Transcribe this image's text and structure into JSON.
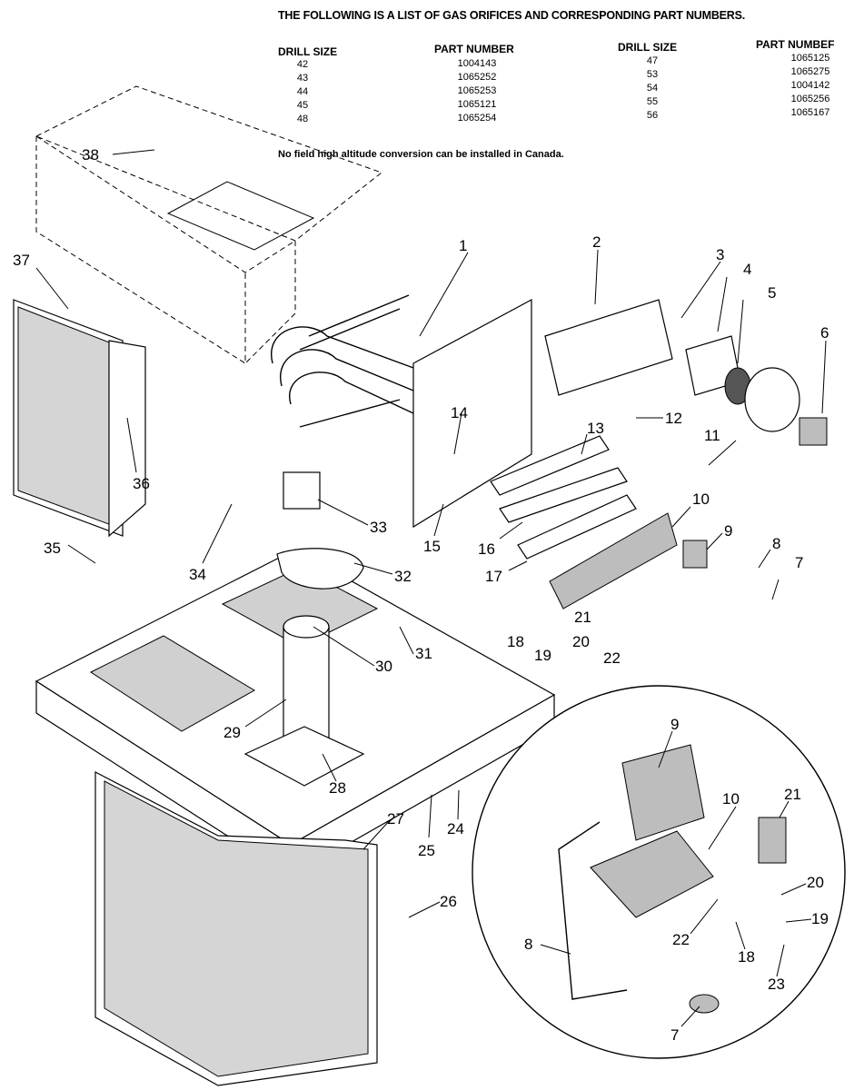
{
  "header": {
    "title": "THE FOLLOWING IS A LIST OF GAS ORIFICES AND CORRESPONDING PART NUMBERS.",
    "col_drill_1": "DRILL SIZE",
    "col_part_1": "PART NUMBER",
    "col_drill_2": "DRILL SIZE",
    "col_part_2": "PART NUMBEF"
  },
  "orifice_table": {
    "left": [
      {
        "drill": "42",
        "part": "1004143"
      },
      {
        "drill": "43",
        "part": "1065252"
      },
      {
        "drill": "44",
        "part": "1065253"
      },
      {
        "drill": "45",
        "part": "1065121"
      },
      {
        "drill": "48",
        "part": "1065254"
      }
    ],
    "right": [
      {
        "drill": "47",
        "part": "1065125"
      },
      {
        "drill": "53",
        "part": "1065275"
      },
      {
        "drill": "54",
        "part": "1004142"
      },
      {
        "drill": "55",
        "part": "1065256"
      },
      {
        "drill": "56",
        "part": "1065167"
      }
    ]
  },
  "note": "No field high altitude conversion can be installed in Canada.",
  "callouts": {
    "c1": "1",
    "c2": "2",
    "c3": "3",
    "c4": "4",
    "c5": "5",
    "c6": "6",
    "c7": "7",
    "c8": "8",
    "c9": "9",
    "c10": "10",
    "c11": "11",
    "c12": "12",
    "c13": "13",
    "c14": "14",
    "c15": "15",
    "c16": "16",
    "c17": "17",
    "c18": "18",
    "c19": "19",
    "c20": "20",
    "c21": "21",
    "c22": "22",
    "c24": "24",
    "c25": "25",
    "c26": "26",
    "c27": "27",
    "c28": "28",
    "c29": "29",
    "c30": "30",
    "c31": "31",
    "c32": "32",
    "c33": "33",
    "c34": "34",
    "c35": "35",
    "c36": "36",
    "c37": "37",
    "c38": "38"
  },
  "inset_callouts": {
    "i9": "9",
    "i10": "10",
    "i21": "21",
    "i20": "20",
    "i19": "19",
    "i8": "8",
    "i22": "22",
    "i18": "18",
    "i23": "23",
    "i7": "7"
  }
}
